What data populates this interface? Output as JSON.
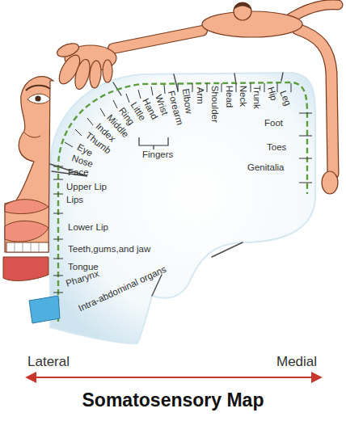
{
  "diagram": {
    "title": "Somatosensory Map",
    "labels": [
      "Genitalia",
      "Toes",
      "Foot",
      "Leg",
      "Hip",
      "Trunk",
      "Neck",
      "Head",
      "Shoulder",
      "Arm",
      "Elbow",
      "Forearm",
      "Wrist",
      "Hand",
      "Little",
      "Ring",
      "Middle",
      "Index",
      "Thumb",
      "Eye",
      "Nose",
      "Face",
      "Upper Lip",
      "Lips",
      "Lower Lip",
      "Teeth,gums,and jaw",
      "Tongue",
      "Pharynx",
      "Intra-abdominal organs",
      "Fingers",
      "Lateral",
      "Medial"
    ]
  }
}
